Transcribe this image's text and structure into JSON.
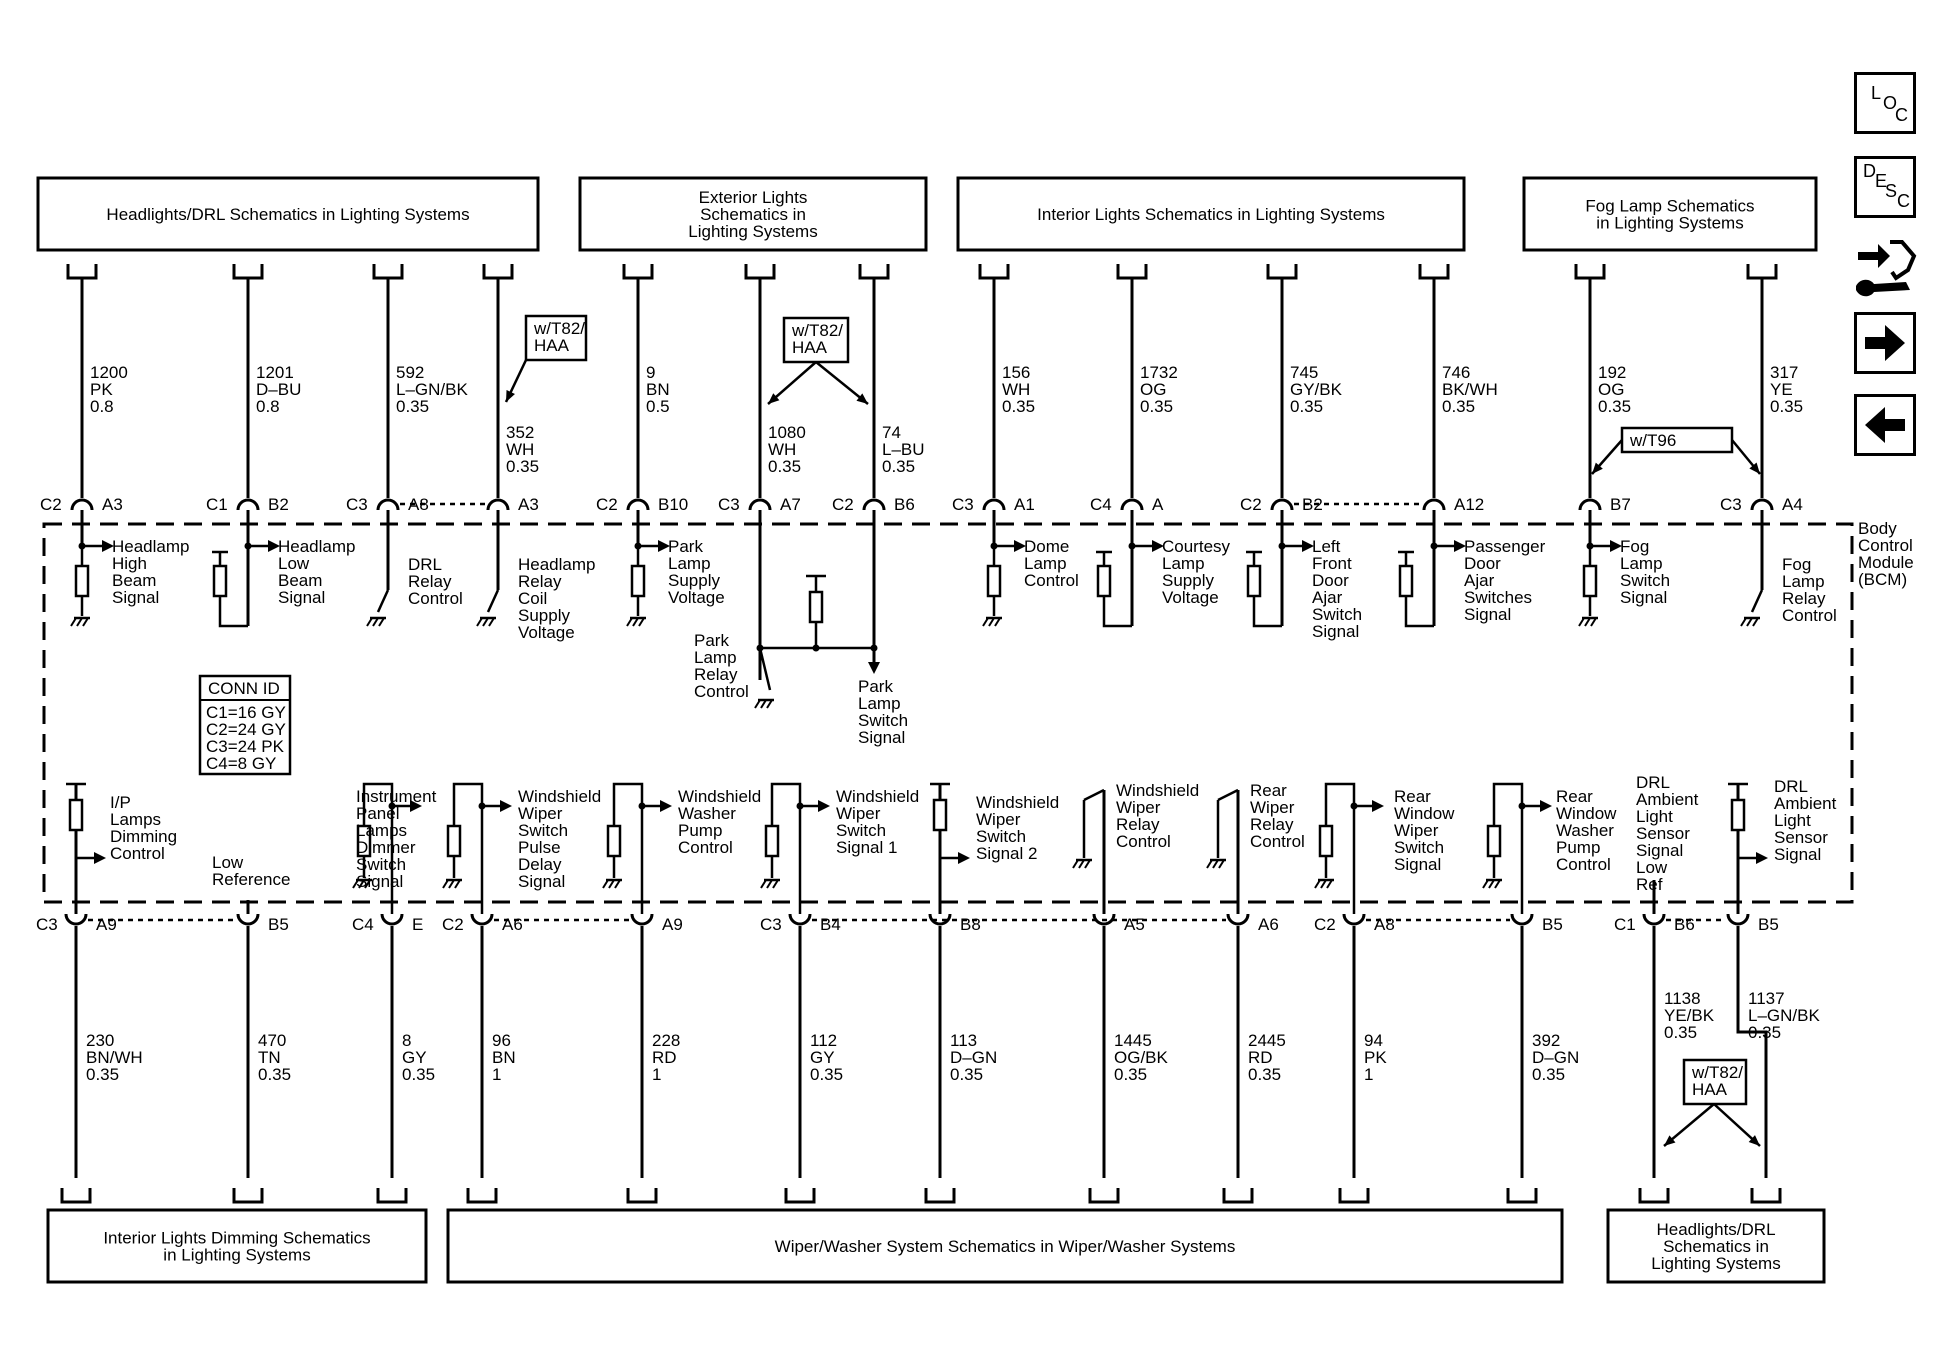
{
  "top_boxes": [
    {
      "lines": [
        "Headlights/DRL Schematics in Lighting Systems"
      ]
    },
    {
      "lines": [
        "Exterior Lights",
        "Schematics in",
        "Lighting Systems"
      ]
    },
    {
      "lines": [
        "Interior Lights Schematics in Lighting Systems"
      ]
    },
    {
      "lines": [
        "Fog Lamp Schematics",
        "in Lighting Systems"
      ]
    }
  ],
  "bottom_boxes": [
    {
      "lines": [
        "Interior Lights Dimming Schematics",
        "in Lighting Systems"
      ]
    },
    {
      "lines": [
        "Wiper/Washer System Schematics in Wiper/Washer Systems"
      ]
    },
    {
      "lines": [
        "Headlights/DRL",
        "Schematics in",
        "Lighting Systems"
      ]
    }
  ],
  "module_label": [
    "Body",
    "Control",
    "Module",
    "(BCM)"
  ],
  "conn_id": {
    "title": "CONN ID",
    "lines": [
      "C1=16 GY",
      "C2=24 GY",
      "C3=24 PK",
      "C4=8 GY"
    ]
  },
  "option_tags": [
    {
      "lines": [
        "w/T82/",
        "HAA"
      ]
    },
    {
      "lines": [
        "w/T82/",
        "HAA"
      ]
    },
    {
      "lines": [
        "w/T96"
      ]
    },
    {
      "lines": [
        "w/T82/",
        "HAA"
      ]
    }
  ],
  "top_wires": [
    {
      "conn": "C2",
      "pin": "A3",
      "circuit": "1200",
      "color": "PK",
      "size": "0.8",
      "signal": [
        "Headlamp",
        "High",
        "Beam",
        "Signal"
      ]
    },
    {
      "conn": "C1",
      "pin": "B2",
      "circuit": "1201",
      "color": "D–BU",
      "size": "0.8",
      "signal": [
        "Headlamp",
        "Low",
        "Beam",
        "Signal"
      ]
    },
    {
      "conn": "C3",
      "pin": "A8",
      "circuit": "592",
      "color": "L–GN/BK",
      "size": "0.35",
      "signal": [
        "DRL",
        "Relay",
        "Control"
      ]
    },
    {
      "conn": "",
      "pin": "A3",
      "circuit": "352",
      "color": "WH",
      "size": "0.35",
      "signal": [
        "Headlamp",
        "Relay",
        "Coil",
        "Supply",
        "Voltage"
      ]
    },
    {
      "conn": "C2",
      "pin": "B10",
      "circuit": "9",
      "color": "BN",
      "size": "0.5",
      "signal": [
        "Park",
        "Lamp",
        "Supply",
        "Voltage"
      ]
    },
    {
      "conn": "C3",
      "pin": "A7",
      "circuit": "1080",
      "color": "WH",
      "size": "0.35",
      "signal": [
        "Park",
        "Lamp",
        "Relay",
        "Control"
      ]
    },
    {
      "conn": "C2",
      "pin": "B6",
      "circuit": "74",
      "color": "L–BU",
      "size": "0.35",
      "signal": [
        "Park",
        "Lamp",
        "Switch",
        "Signal"
      ]
    },
    {
      "conn": "C3",
      "pin": "A1",
      "circuit": "156",
      "color": "WH",
      "size": "0.35",
      "signal": [
        "Dome",
        "Lamp",
        "Control"
      ]
    },
    {
      "conn": "C4",
      "pin": "A",
      "circuit": "1732",
      "color": "OG",
      "size": "0.35",
      "signal": [
        "Courtesy",
        "Lamp",
        "Supply",
        "Voltage"
      ]
    },
    {
      "conn": "C2",
      "pin": "B2",
      "circuit": "745",
      "color": "GY/BK",
      "size": "0.35",
      "signal": [
        "Left",
        "Front",
        "Door",
        "Ajar",
        "Switch",
        "Signal"
      ]
    },
    {
      "conn": "",
      "pin": "A12",
      "circuit": "746",
      "color": "BK/WH",
      "size": "0.35",
      "signal": [
        "Passenger",
        "Door",
        "Ajar",
        "Switches",
        "Signal"
      ]
    },
    {
      "conn": "",
      "pin": "B7",
      "circuit": "192",
      "color": "OG",
      "size": "0.35",
      "signal": [
        "Fog",
        "Lamp",
        "Switch",
        "Signal"
      ]
    },
    {
      "conn": "C3",
      "pin": "A4",
      "circuit": "317",
      "color": "YE",
      "size": "0.35",
      "signal": [
        "Fog",
        "Lamp",
        "Relay",
        "Control"
      ]
    }
  ],
  "bottom_wires": [
    {
      "conn": "C3",
      "pin": "A9",
      "circuit": "230",
      "color": "BN/WH",
      "size": "0.35",
      "signal": [
        "I/P",
        "Lamps",
        "Dimming",
        "Control"
      ]
    },
    {
      "conn": "",
      "pin": "B5",
      "circuit": "470",
      "color": "TN",
      "size": "0.35",
      "signal": [
        "Low",
        "Reference"
      ]
    },
    {
      "conn": "C4",
      "pin": "E",
      "circuit": "8",
      "color": "GY",
      "size": "0.35",
      "signal": [
        "Instrument",
        "Panel",
        "Lamps",
        "Dimmer",
        "Switch",
        "Signal"
      ]
    },
    {
      "conn": "C2",
      "pin": "A6",
      "circuit": "96",
      "color": "BN",
      "size": "1",
      "signal": [
        "Windshield",
        "Wiper",
        "Switch",
        "Pulse",
        "Delay",
        "Signal"
      ]
    },
    {
      "conn": "",
      "pin": "A9",
      "circuit": "228",
      "color": "RD",
      "size": "1",
      "signal": [
        "Windshield",
        "Washer",
        "Pump",
        "Control"
      ]
    },
    {
      "conn": "C3",
      "pin": "B4",
      "circuit": "112",
      "color": "GY",
      "size": "0.35",
      "signal": [
        "Windshield",
        "Wiper",
        "Switch",
        "Signal 1"
      ]
    },
    {
      "conn": "",
      "pin": "B8",
      "circuit": "113",
      "color": "D–GN",
      "size": "0.35",
      "signal": [
        "Windshield",
        "Wiper",
        "Switch",
        "Signal 2"
      ]
    },
    {
      "conn": "",
      "pin": "A5",
      "circuit": "1445",
      "color": "OG/BK",
      "size": "0.35",
      "signal": [
        "Windshield",
        "Wiper",
        "Relay",
        "Control"
      ]
    },
    {
      "conn": "",
      "pin": "A6",
      "circuit": "2445",
      "color": "RD",
      "size": "0.35",
      "signal": [
        "Rear",
        "Wiper",
        "Relay",
        "Control"
      ]
    },
    {
      "conn": "C2",
      "pin": "A8",
      "circuit": "94",
      "color": "PK",
      "size": "1",
      "signal": [
        "Rear",
        "Window",
        "Wiper",
        "Switch",
        "Signal"
      ]
    },
    {
      "conn": "",
      "pin": "B5",
      "circuit": "392",
      "color": "D–GN",
      "size": "0.35",
      "signal": [
        "Rear",
        "Window",
        "Washer",
        "Pump",
        "Control"
      ]
    },
    {
      "conn": "C1",
      "pin": "B6",
      "circuit": "1138",
      "color": "YE/BK",
      "size": "0.35",
      "signal": [
        "DRL",
        "Ambient",
        "Light",
        "Sensor",
        "Signal",
        "Low",
        "Ref"
      ]
    },
    {
      "conn": "",
      "pin": "B5",
      "circuit": "1137",
      "color": "L–GN/BK",
      "size": "0.35",
      "signal": [
        "DRL",
        "Ambient",
        "Light",
        "Sensor",
        "Signal"
      ]
    }
  ],
  "nav": {
    "loc": [
      "L",
      "O",
      "C"
    ],
    "desc": [
      "D",
      "E",
      "S",
      "C"
    ]
  }
}
